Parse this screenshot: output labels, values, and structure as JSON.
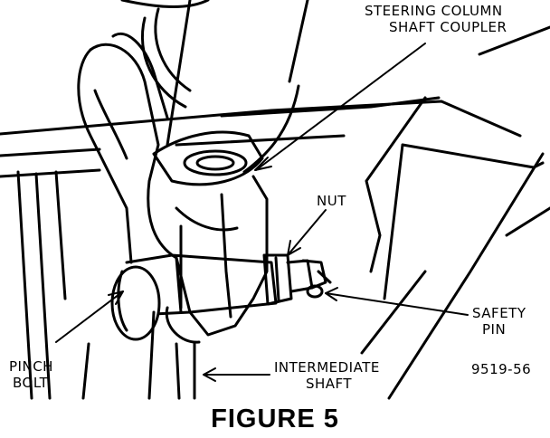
{
  "labels": {
    "coupler_line1": "STEERING COLUMN",
    "coupler_line2": "SHAFT COUPLER",
    "nut": "NUT",
    "safety_pin_line1": "SAFETY",
    "safety_pin_line2": "PIN",
    "pinch_bolt_line1": "PINCH",
    "pinch_bolt_line2": "BOLT",
    "intermediate_shaft_line1": "INTERMEDIATE",
    "intermediate_shaft_line2": "SHAFT",
    "part_number": "9519-56"
  },
  "caption": "FIGURE 5"
}
